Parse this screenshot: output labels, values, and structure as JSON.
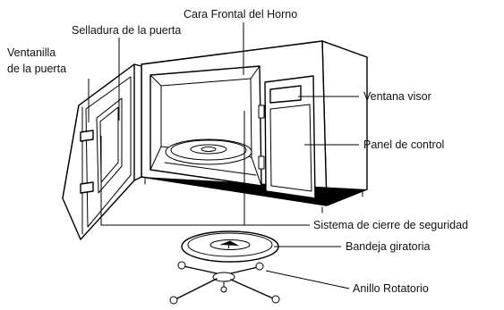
{
  "labels": {
    "oven_front": "Cara Frontal del Horno",
    "door_seal": "Selladura de la puerta",
    "door_window_line1": "Ventanilla",
    "door_window_line2": "de la puerta",
    "viewing_window": "Ventana visor",
    "control_panel": "Panel de control",
    "safety_lock": "Sistema de cierre de seguridad",
    "turntable": "Bandeja giratoria",
    "rotating_ring": "Anillo Rotatorio"
  }
}
